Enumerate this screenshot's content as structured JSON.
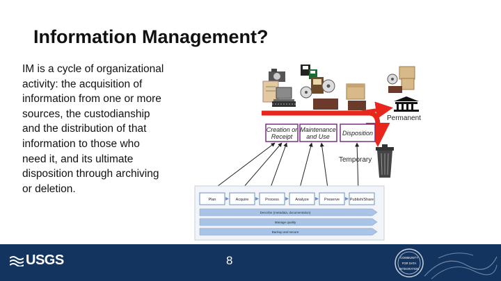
{
  "slide": {
    "title": "Information Management?",
    "body": "IM is a cycle of organizational activity: the acquisition of information from one or more sources, the custodianship and the distribution of that information to those who need it, and its ultimate disposition through archiving or deletion.",
    "page_number": "8"
  },
  "diagram": {
    "stages": [
      "Creation or Receipt",
      "Maintenance and Use",
      "Disposition"
    ],
    "permanent_label": "Permanent",
    "temporary_label": "Temporary",
    "lifecycle_steps": [
      "Plan",
      "Acquire",
      "Process",
      "Analyze",
      "Preserve",
      "Publish/Share"
    ],
    "lanes": [
      "Describe (metadata, documentation)",
      "Manage quality",
      "Backup and secure"
    ]
  },
  "footer": {
    "logo_text": "USGS",
    "stamp_lines": [
      "COMMUNITY",
      "FOR DATA",
      "INTEGRATION"
    ]
  },
  "colors": {
    "footer_bg": "#13345f",
    "red_arrow": "#e8261c",
    "stage_border": "#7a2f86",
    "lane_blue": "#a9c4e6"
  }
}
